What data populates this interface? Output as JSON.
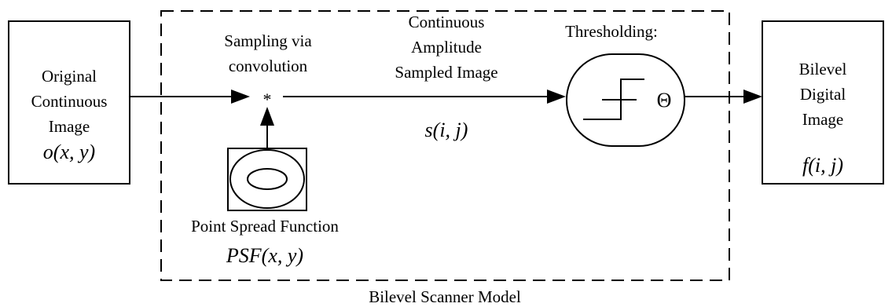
{
  "original": {
    "lines": [
      "Original",
      "Continuous",
      "Image"
    ],
    "math": "o(x, y)"
  },
  "sampling": {
    "lines": [
      "Sampling via",
      "convolution"
    ],
    "operator": "*"
  },
  "sampled": {
    "lines": [
      "Continuous",
      "Amplitude",
      "Sampled Image"
    ],
    "math": "s(i, j)"
  },
  "threshold": {
    "label": "Thresholding:",
    "symbol": "Θ"
  },
  "psf": {
    "label": "Point Spread Function",
    "math": "PSF(x, y)"
  },
  "output": {
    "lines": [
      "Bilevel",
      "Digital",
      "Image"
    ],
    "math": "f(i, j)"
  },
  "model": {
    "caption": "Bilevel Scanner Model"
  }
}
